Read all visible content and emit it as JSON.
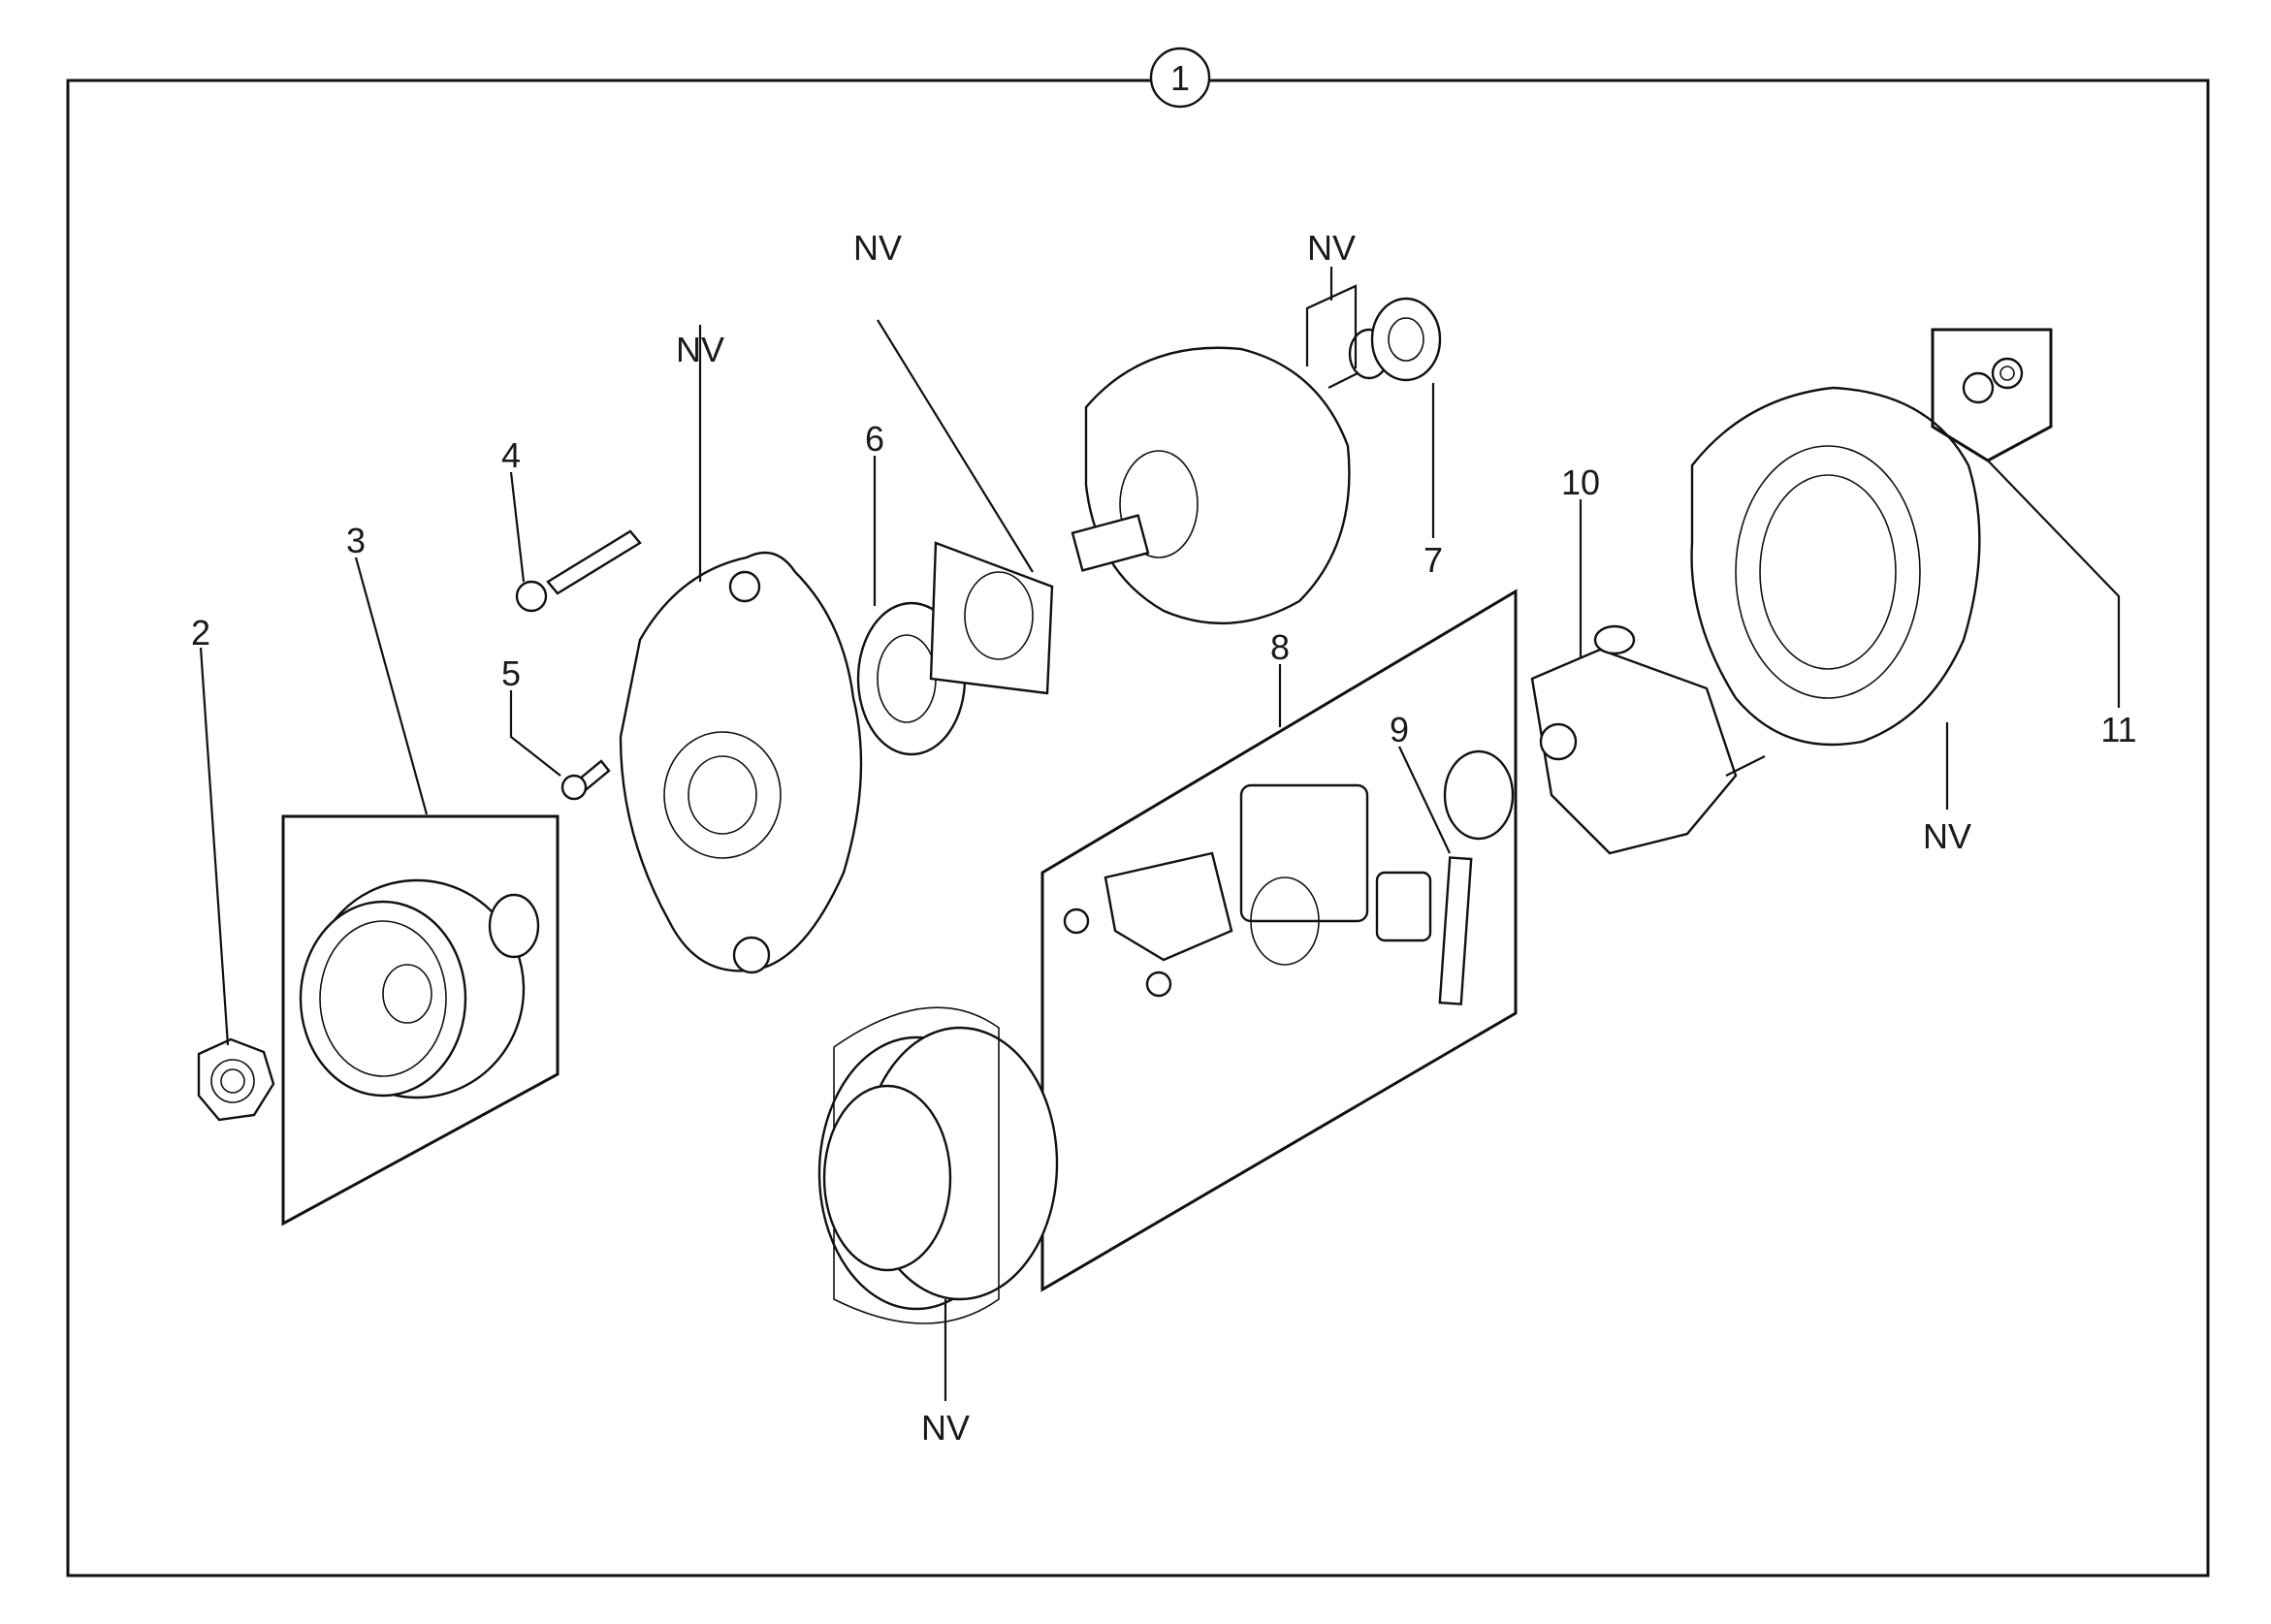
{
  "diagram": {
    "main_callout": "1",
    "callouts": {
      "c2": "2",
      "c3": "3",
      "c4": "4",
      "c5": "5",
      "c6": "6",
      "c7": "7",
      "c8": "8",
      "c9": "9",
      "c10": "10",
      "c11": "11"
    },
    "nv_labels": {
      "front_housing": "NV",
      "gasket": "NV",
      "rotor_washer": "NV",
      "stator": "NV",
      "rear_housing": "NV"
    }
  }
}
